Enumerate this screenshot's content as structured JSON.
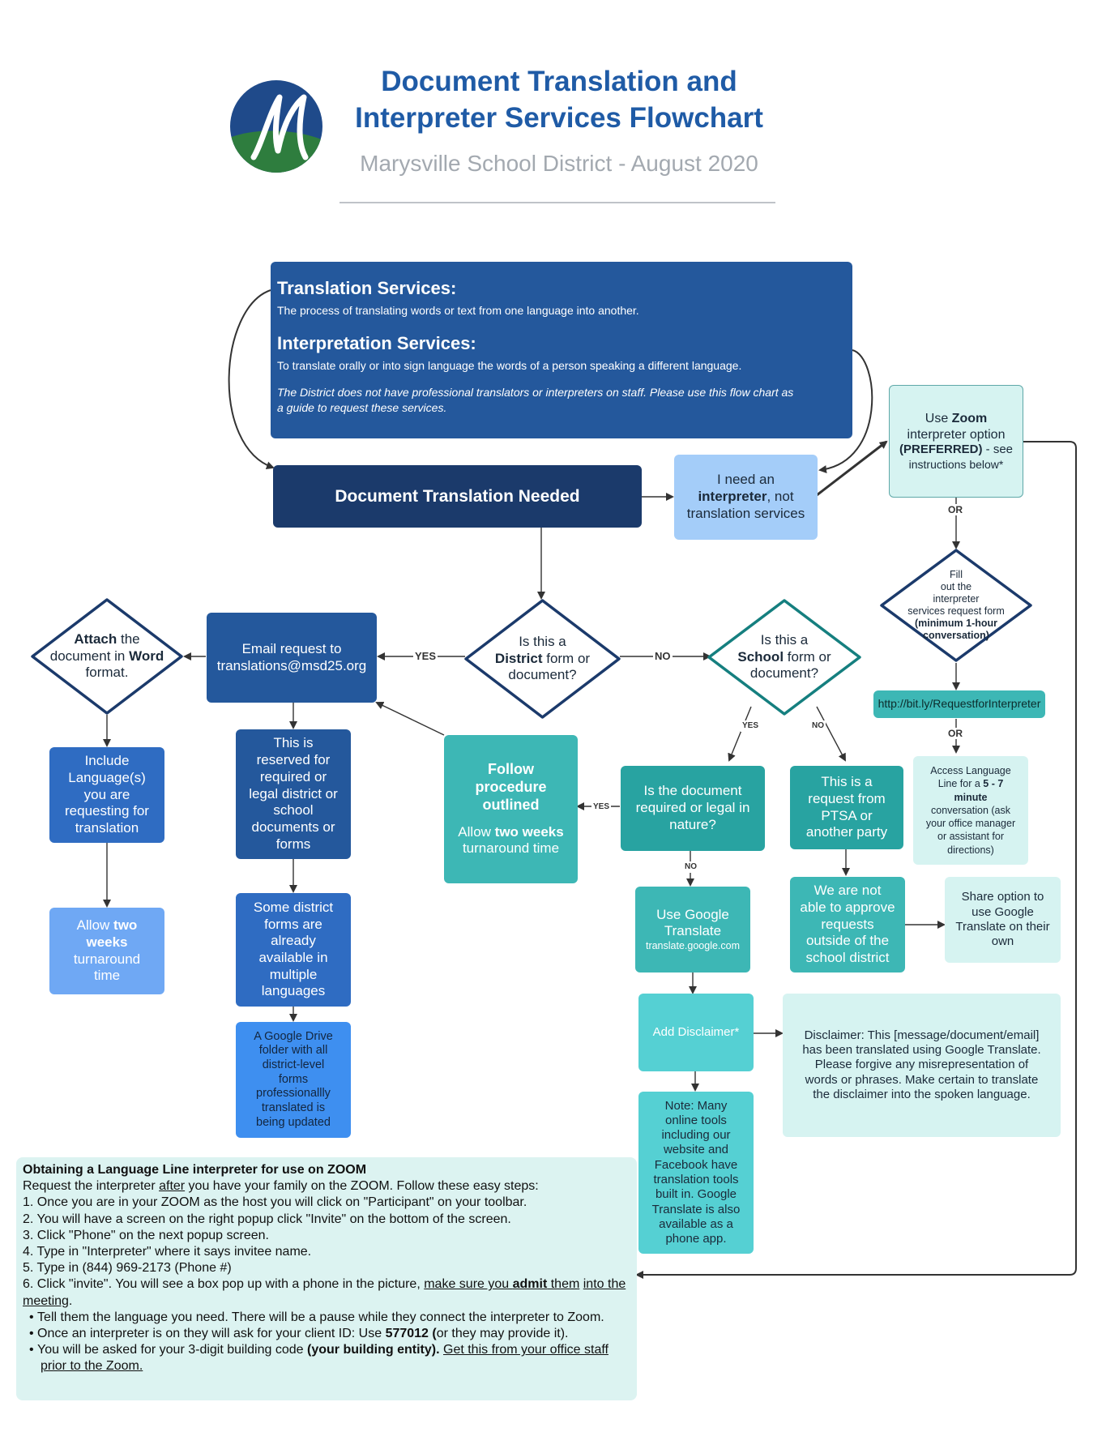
{
  "header": {
    "title_line1": "Document Translation and",
    "title_line2": "Interpreter Services Flowchart",
    "subtitle": "Marysville School District - August 2020",
    "logo_letter": "M"
  },
  "colors": {
    "navy": "#1b3a6b",
    "blue_dark": "#24589c",
    "blue_mid": "#2f6cc2",
    "blue_light": "#6fa8f4",
    "blue_pale": "#a4cdf9",
    "blue_bright": "#3e8ff0",
    "teal": "#3db7b5",
    "teal_dark": "#28a3a1",
    "teal_light": "#55d0d3",
    "teal_pale": "#d6f3f1",
    "logo_blue": "#1f4a8a",
    "logo_green": "#2e7d3e",
    "title_blue": "#1f5ba6",
    "diamond_border": "#1b3a6b",
    "diamond_border_teal": "#157f7f"
  },
  "definitions": {
    "translation_heading": "Translation Services:",
    "translation_text": "The process of translating words or text from one language into another.",
    "interpretation_heading": "Interpretation Services:",
    "interpretation_text": "To translate orally or into sign language the words of a person speaking a different language.",
    "note_line1": "The District does not have professional translators or interpreters on staff. Please use this flow chart as",
    "note_line2": "a guide to request these services."
  },
  "nodes": {
    "doc_needed": "Document Translation Needed",
    "need_interpreter": [
      "I need an",
      "interpreter",
      ", not",
      "translation services"
    ],
    "zoom": [
      "Use ",
      "Zoom",
      "interpreter option",
      "(PREFERRED)",
      " - see",
      "instructions below*"
    ],
    "fill_form": [
      "Fill",
      "out the",
      "interpreter",
      "services request form",
      "(minimum 1-hour",
      "conversation)"
    ],
    "bitly": "http://bit.ly/RequestforInterpreter",
    "language_line": [
      "Access Language",
      "Line for a ",
      "5 - 7",
      "minute",
      "conversation (ask",
      "your office manager",
      "or assistant for",
      "directions)"
    ],
    "district_form": [
      "Is this a",
      "District",
      " form or",
      "document?"
    ],
    "school_form": [
      "Is this a",
      "School",
      " form or",
      "document?"
    ],
    "attach_word": [
      "Attach",
      " the",
      "document in ",
      "Word",
      "format."
    ],
    "email_request": [
      "Email request to",
      "translations@msd25.org"
    ],
    "include_language": [
      "Include",
      "Language(s)",
      "you are",
      "requesting for",
      "translation"
    ],
    "allow_two_weeks": [
      "Allow ",
      "two",
      "weeks",
      "turnaround",
      "time"
    ],
    "reserved": [
      "This is",
      "reserved for",
      "required or",
      "legal district or",
      "school",
      "documents or",
      "forms"
    ],
    "some_forms": [
      "Some district",
      "forms are",
      "already",
      "available in",
      "multiple",
      "languages"
    ],
    "google_drive": [
      "A Google Drive",
      "folder with all",
      "district-level",
      "forms",
      "professionallly",
      "translated is",
      "being updated"
    ],
    "follow_procedure": [
      "Follow",
      "procedure",
      "outlined",
      "Allow ",
      "two weeks",
      "turnaround time"
    ],
    "required_legal": [
      "Is the document",
      "required or legal in",
      "nature?"
    ],
    "ptsa": [
      "This is a",
      "request from",
      "PTSA or",
      "another party"
    ],
    "google_translate": [
      "Use Google",
      "Translate",
      "translate.google.com"
    ],
    "not_approve": [
      "We are not",
      "able to approve",
      "requests",
      "outside of the",
      "school district"
    ],
    "share_option": [
      "Share option to",
      "use Google",
      "Translate on their",
      "own"
    ],
    "add_disclaimer": "Add Disclaimer*",
    "disclaimer_text": [
      "Disclaimer: This [message/document/email]",
      "has been translated using Google Translate.",
      "Please forgive any misrepresentation of",
      "words or phrases. Make certain to translate",
      "the disclaimer into the spoken language."
    ],
    "note_tools": [
      "Note: Many",
      "online tools",
      "including our",
      "website and",
      "Facebook have",
      "translation tools",
      "built in. Google",
      "Translate is also",
      "available as a",
      "phone app."
    ]
  },
  "edge_labels": {
    "yes_left": "YES",
    "no_right": "NO",
    "or_1": "OR",
    "or_2": "OR",
    "yes_school": "YES",
    "no_school": "NO",
    "yes_follow": "YES",
    "no_google": "NO"
  },
  "instructions": {
    "heading": "Obtaining a Language Line interpreter for use on ZOOM",
    "intro_a": "Request the interpreter ",
    "intro_u": "after",
    "intro_b": " you have your family on the ZOOM. Follow these easy steps:",
    "step1": "1. Once you are in your ZOOM as the host you will click on \"Participant\" on your toolbar.",
    "step2": "2. You will have a screen on the right popup click \"Invite\" on the bottom of the screen.",
    "step3": "3. Click \"Phone\" on the next popup screen.",
    "step4": "4. Type in \"Interpreter\" where it says invitee name.",
    "step5": "5. Type in (844) 969-2173 (Phone #)",
    "step6_a": "6. Click \"invite\". You will see a box pop up with a phone in the picture, ",
    "step6_u1": "make sure you ",
    "step6_ub": "admit",
    "step6_u2": " them",
    "step6_u3": "into the meeting",
    "step6_end": ".",
    "bullet1": "Tell them the language you need. There will be a pause while they connect the interpreter to Zoom.",
    "bullet2_a": "Once an interpreter is on they will ask for your client ID: Use ",
    "bullet2_b": "577012",
    "bullet2_c": " (",
    "bullet2_d": "or they may provide it).",
    "bullet3_a": "You will be asked for your 3-digit building code ",
    "bullet3_b": "(your building entity).",
    "bullet3_c": " ",
    "bullet3_u": "Get this from your office staff prior to the Zoom."
  }
}
